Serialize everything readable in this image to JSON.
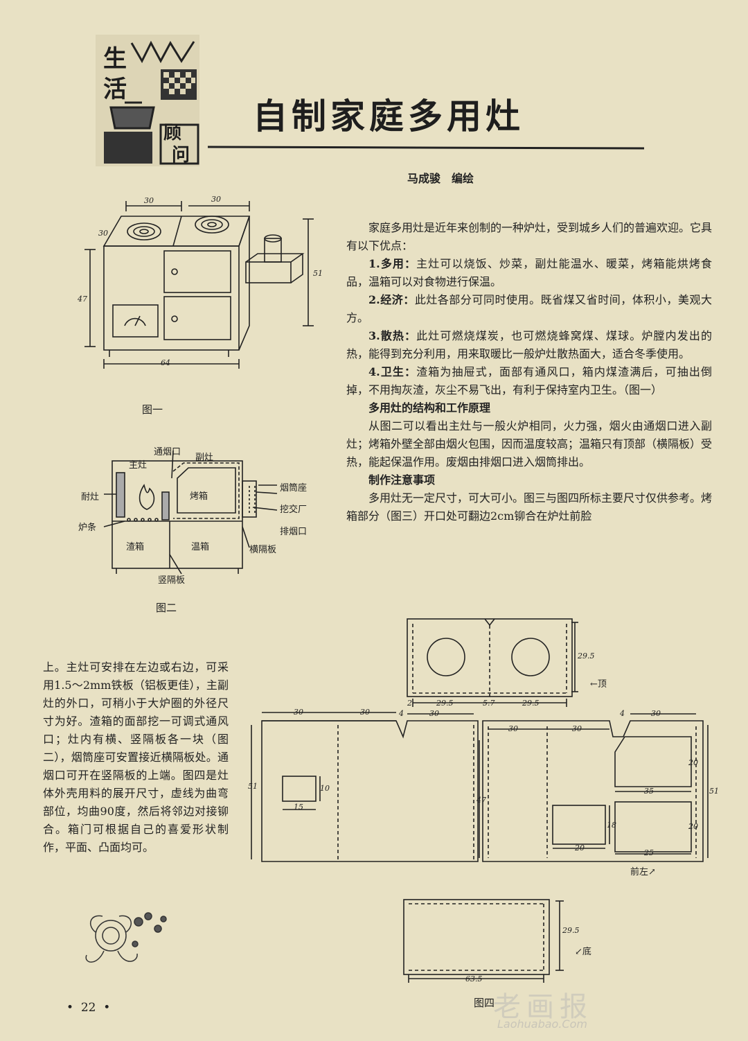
{
  "column": {
    "label1": "生活",
    "label2": "顾问"
  },
  "title": "自制家庭多用灶",
  "byline": "马成骏　编绘",
  "body": {
    "intro": "家庭多用灶是近年来创制的一种炉灶，受到城乡人们的普遍欢迎。它具有以下优点：",
    "points": [
      {
        "head": "1.多用：",
        "text": "主灶可以烧饭、炒菜，副灶能温水、暖菜，烤箱能烘烤食品，温箱可以对食物进行保温。"
      },
      {
        "head": "2.经济：",
        "text": "此灶各部分可同时使用。既省煤又省时间，体积小，美观大方。"
      },
      {
        "head": "3.散热：",
        "text": "此灶可燃烧煤炭，也可燃烧蜂窝煤、煤球。炉膛内发出的热，能得到充分利用，用来取暖比一般炉灶散热面大，适合冬季使用。"
      },
      {
        "head": "4.卫生：",
        "text": "渣箱为抽屉式，面部有通风口，箱内煤渣满后，可抽出倒掉，不用掏灰渣，灰尘不易飞出，有利于保持室内卫生。（图一）"
      }
    ],
    "section1_title": "多用灶的结构和工作原理",
    "section1_text": "从图二可以看出主灶与一般火炉相同，火力强，烟火由通烟口进入副灶；烤箱外壁全部由烟火包围，因而温度较高；温箱只有顶部（横隔板）受热，能起保温作用。废烟由排烟口进入烟筒排出。",
    "section2_title": "制作注意事项",
    "section2_text": "多用灶无一定尺寸，可大可小。图三与图四所标主要尺寸仅供参考。烤箱部分（图三）开口处可翻边2cm铆合在炉灶前脸"
  },
  "left_text": "上。主灶可安排在左边或右边，可采用1.5～2mm铁板（铝板更佳），主副灶的外口，可稍小于大炉圈的外径尺寸为好。渣箱的面部挖一可调式通风口；灶内有横、竖隔板各一块（图二），烟筒座可安置接近横隔板处。通烟口可开在竖隔板的上端。图四是灶体外壳用料的展开尺寸，虚线为曲弯部位，均曲90度，然后将邻边对接铆合。箱门可根据自己的喜爱形状制作，平面、凸面均可。",
  "fig1": {
    "caption": "图一",
    "dims": {
      "top_left": "30",
      "top_right": "30",
      "depth": "30",
      "height_left": "47",
      "height_right": "51",
      "width": "64"
    }
  },
  "fig2": {
    "caption": "图二",
    "labels": {
      "vent": "通烟口",
      "sub_stove": "副灶",
      "main_stove": "主灶",
      "liner": "耐灶",
      "grate": "炉条",
      "oven": "烤箱",
      "ash_box": "渣箱",
      "warm_box": "温箱",
      "chimney_seat": "烟筒座",
      "flap": "挖交厂",
      "exhaust": "排烟口",
      "h_partition": "横隔板",
      "v_partition": "竖隔板"
    }
  },
  "fig4": {
    "caption": "图四",
    "top_label": "←顶",
    "front_label": "前左↗",
    "bottom_label": "↙底",
    "dims": {
      "top_w1": "29.5",
      "top_mid": "5.7",
      "top_w2": "29.5",
      "top_h": "29.5",
      "edge": "2",
      "left_w1": "30",
      "left_w2": "30",
      "left_w3": "30",
      "notch": "4",
      "left_h": "51",
      "hole_w": "15",
      "hole_h": "10",
      "right_w1": "30",
      "right_w2": "30",
      "right_w3": "30",
      "right_h1": "47",
      "right_h2": "51",
      "door_w": "20",
      "door_h": "18",
      "oven_w": "35",
      "oven_h": "20",
      "ash_w": "25",
      "ash_h": "20",
      "bottom_w": "63.5",
      "bottom_h": "29.5"
    }
  },
  "page_number": "22",
  "watermark": {
    "main": "老画报",
    "url": "Laohuabao.Com"
  }
}
